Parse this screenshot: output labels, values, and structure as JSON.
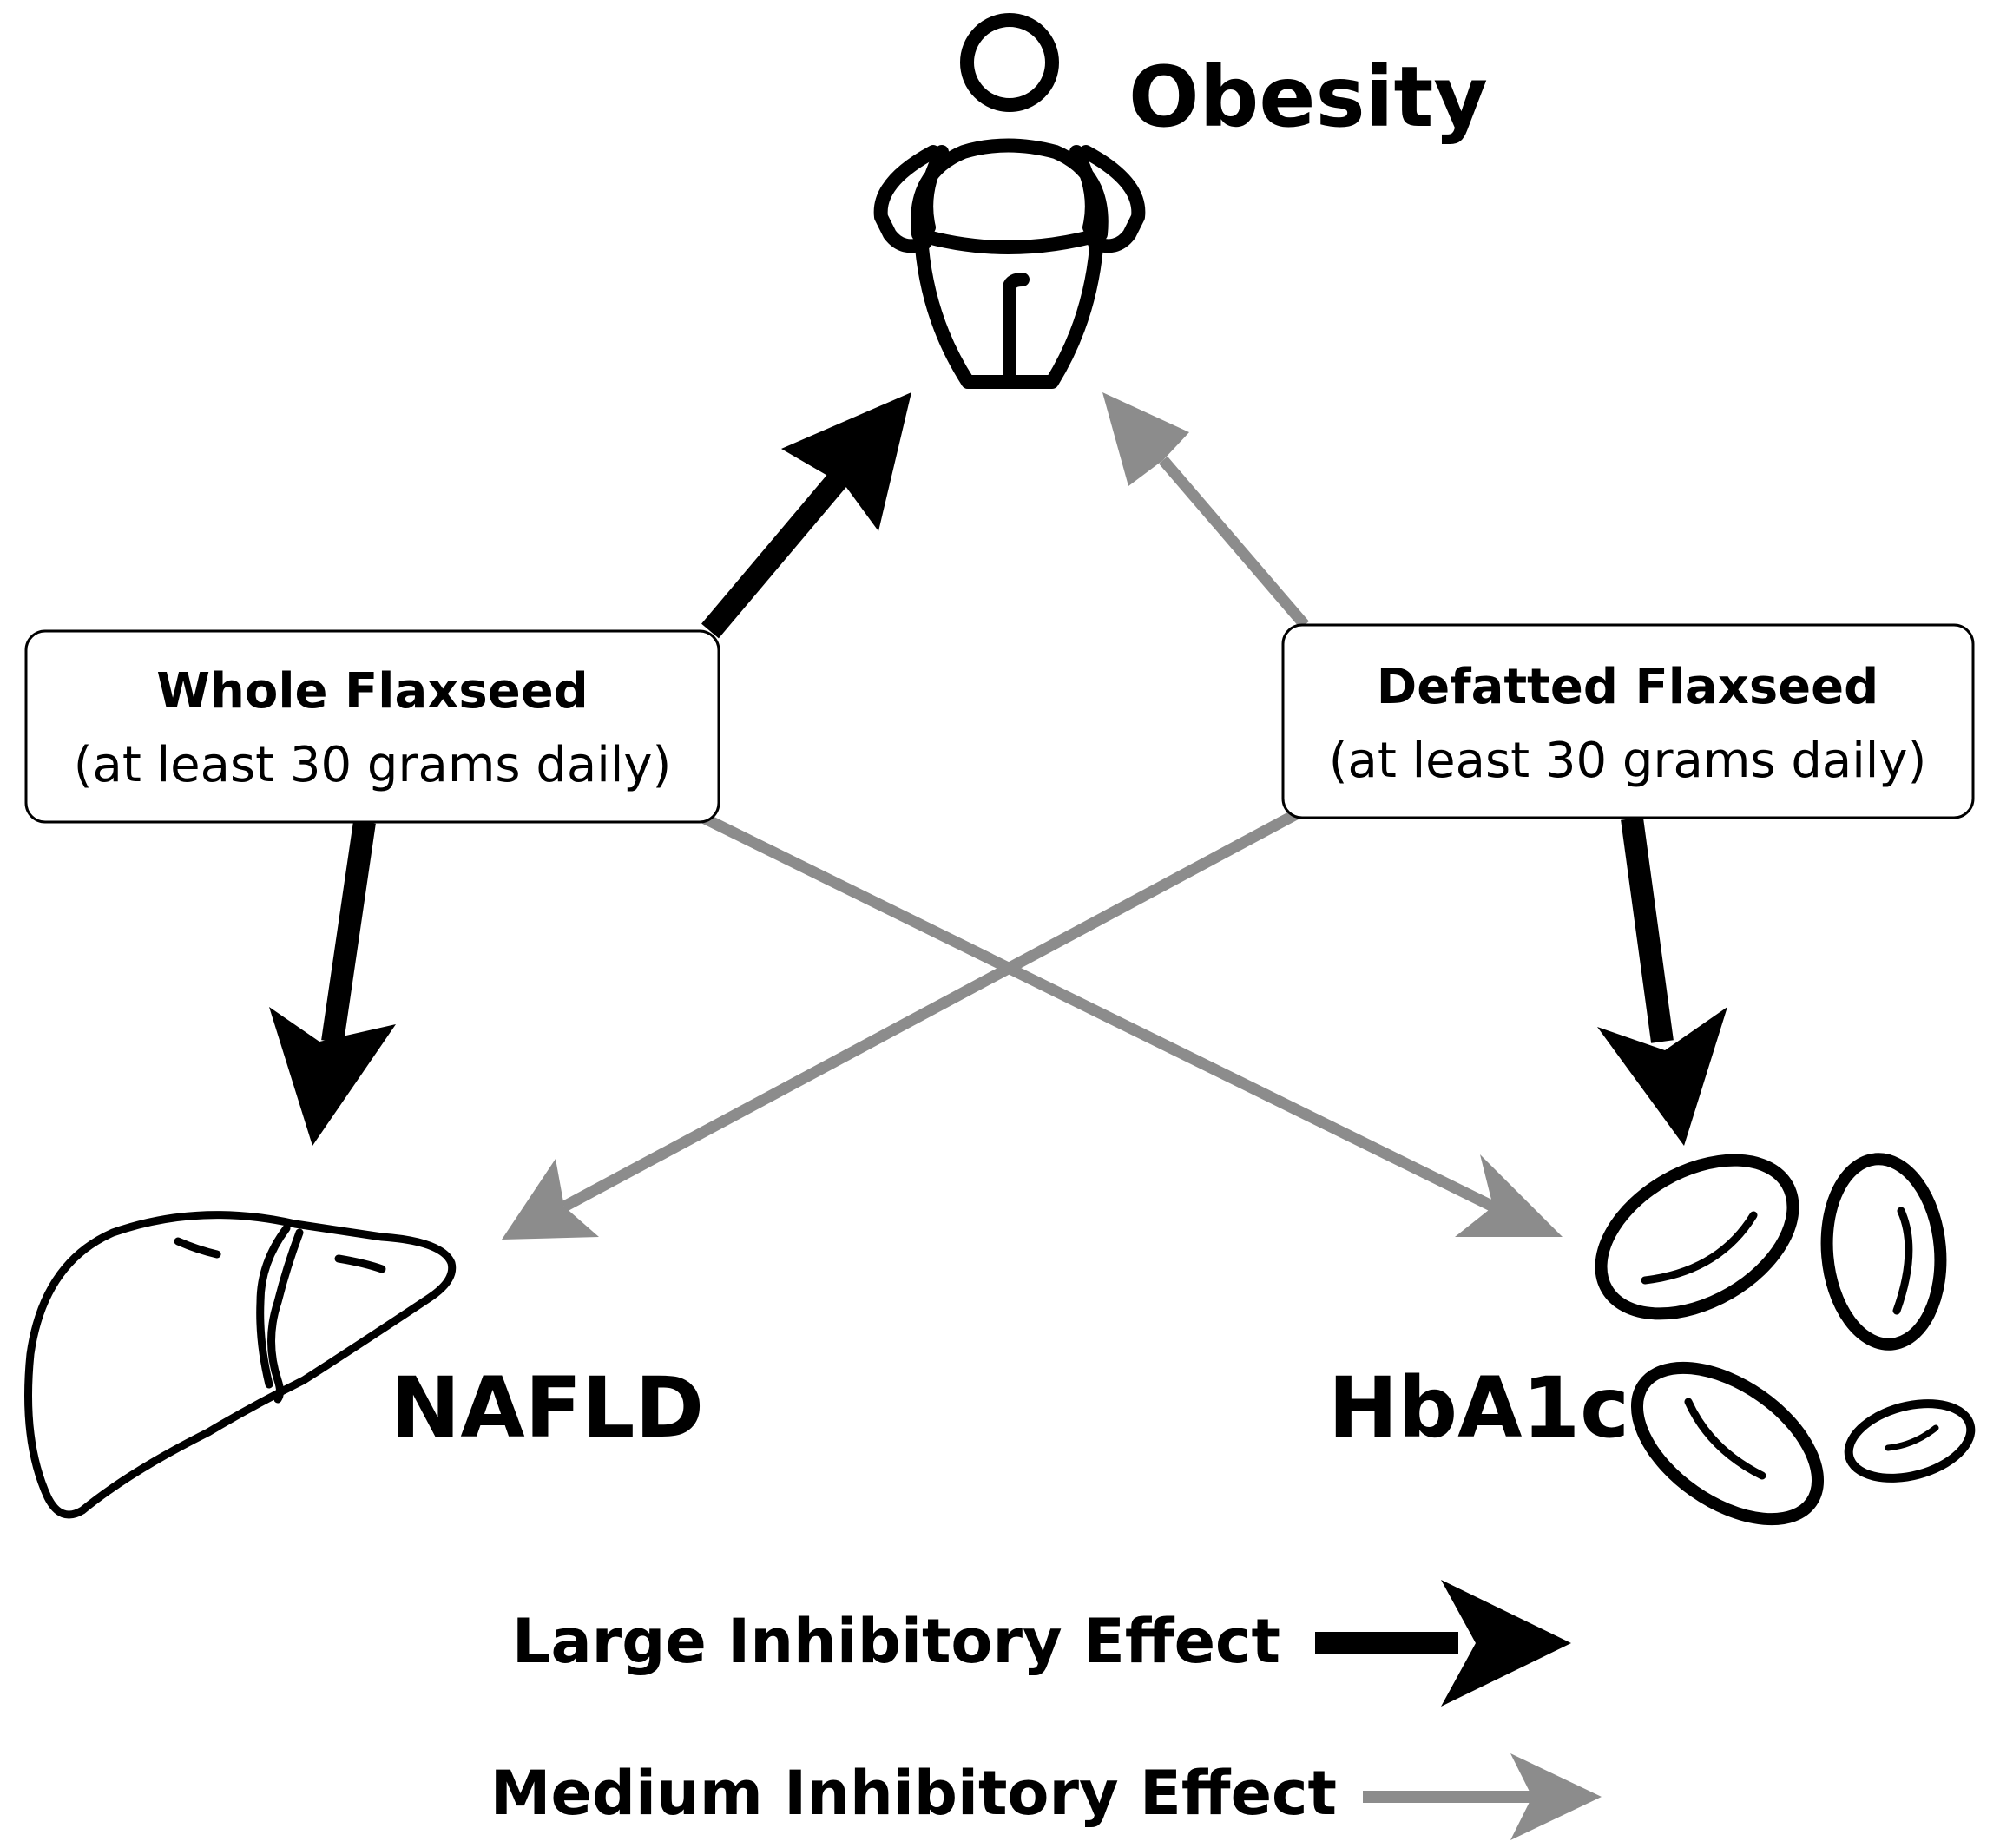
{
  "nodes": {
    "obesity": "Obesity",
    "nafld": "NAFLD",
    "hba1c": "HbA1c"
  },
  "interventions": {
    "whole": {
      "title": "Whole Flaxseed",
      "dose": "(at least 30 grams daily)"
    },
    "defatted": {
      "title": "Defatted Flaxseed",
      "dose": "(at least 30 grams daily)"
    }
  },
  "effects": [
    {
      "from": "Whole Flaxseed",
      "to": "Obesity",
      "strength": "large"
    },
    {
      "from": "Whole Flaxseed",
      "to": "NAFLD",
      "strength": "large"
    },
    {
      "from": "Whole Flaxseed",
      "to": "HbA1c",
      "strength": "medium"
    },
    {
      "from": "Defatted Flaxseed",
      "to": "Obesity",
      "strength": "medium"
    },
    {
      "from": "Defatted Flaxseed",
      "to": "HbA1c",
      "strength": "large"
    },
    {
      "from": "Defatted Flaxseed",
      "to": "NAFLD",
      "strength": "medium"
    }
  ],
  "legend": {
    "large": "Large Inhibitory Effect",
    "medium": "Medium Inhibitory Effect"
  },
  "colors": {
    "large": "#000000",
    "medium": "#8c8c8c",
    "box_border": "#000000",
    "box_fill": "#ffffff"
  },
  "icons": {
    "obesity": "obese-person-icon",
    "nafld": "liver-icon",
    "hba1c": "red-blood-cells-icon"
  }
}
